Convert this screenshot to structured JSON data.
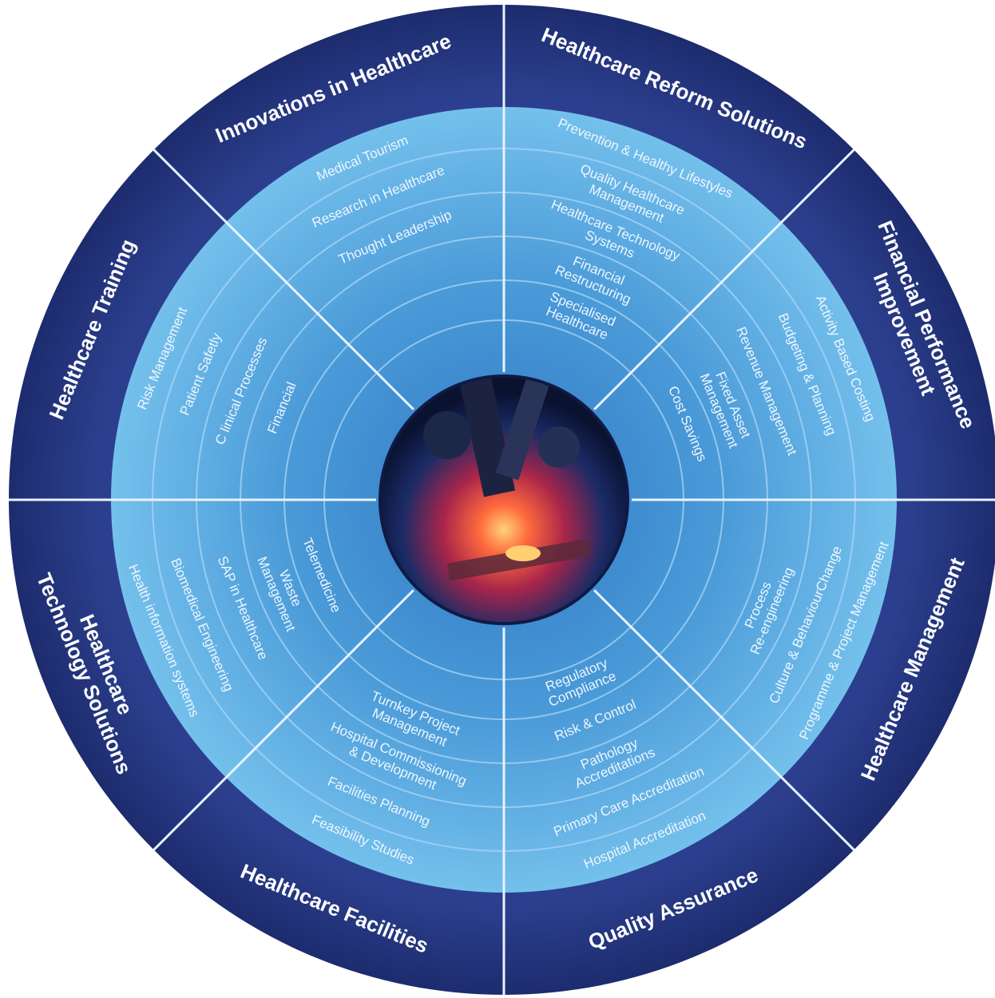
{
  "colors": {
    "outer_ring": "#2c3f8e",
    "outer_ring_edge": "#1d2c6e",
    "inner_disc_light": "#74c0ec",
    "inner_disc_dark": "#2f79c4",
    "divider": "#e8f2ff",
    "ring_line": "#a9d6f5",
    "text": "#ffffff"
  },
  "center_image": {
    "description_icon": "microscope-photo-icon"
  },
  "segments": [
    {
      "title": [
        "Innovations in Healthcare"
      ],
      "items": [
        [
          "Medical Tourism"
        ],
        [
          "Research in Healthcare"
        ],
        [
          "Thought Leadership"
        ]
      ]
    },
    {
      "title": [
        "Healthcare Reform Solutions"
      ],
      "items": [
        [
          "Prevention & Healthy Lifestyles"
        ],
        [
          "Quality Healthcare",
          "Management"
        ],
        [
          "Healthcare Technology",
          "Systems"
        ],
        [
          "Financial",
          "Restructuring"
        ],
        [
          "Specialised",
          "Healthcare"
        ]
      ]
    },
    {
      "title": [
        "Financial Performance",
        "Improvement"
      ],
      "items": [
        [
          "Activity Based Costing"
        ],
        [
          "Budgeting & Planning"
        ],
        [
          "Revenue Management"
        ],
        [
          "Fixed Asset",
          "Management"
        ],
        [
          "Cost Savings"
        ]
      ]
    },
    {
      "title": [
        "Healthcare Management"
      ],
      "items": [
        [
          "Programme & Project Management"
        ],
        [
          "Culture & BehaviourChange"
        ],
        [
          "Process",
          "Re-engineering"
        ]
      ]
    },
    {
      "title": [
        "Quality Assurance"
      ],
      "items": [
        [
          "Hospital Accreditation"
        ],
        [
          "Primary Care Accreditation"
        ],
        [
          "Pathology",
          "Accreditations"
        ],
        [
          "Risk & Control"
        ],
        [
          "Regulatory",
          "Compliance"
        ]
      ]
    },
    {
      "title": [
        "Healthcare   Facilities"
      ],
      "items": [
        [
          "Feasibility Studies"
        ],
        [
          "Facilities Planning"
        ],
        [
          "Hospital Commissioning",
          "& Development"
        ],
        [
          "Turnkey Project",
          "Management"
        ]
      ]
    },
    {
      "title": [
        "Healthcare",
        "Technology Solutions"
      ],
      "items": [
        [
          "Health information systems"
        ],
        [
          "Biomedical Engineering"
        ],
        [
          "SAP in Healthcare"
        ],
        [
          "Waste",
          "Management"
        ],
        [
          "Telemedicine"
        ]
      ]
    },
    {
      "title": [
        "Healthcare Training"
      ],
      "items": [
        [
          "Risk Management"
        ],
        [
          "Patient Safetly"
        ],
        [
          "C linical Processes"
        ],
        [
          "Financial"
        ]
      ]
    }
  ]
}
